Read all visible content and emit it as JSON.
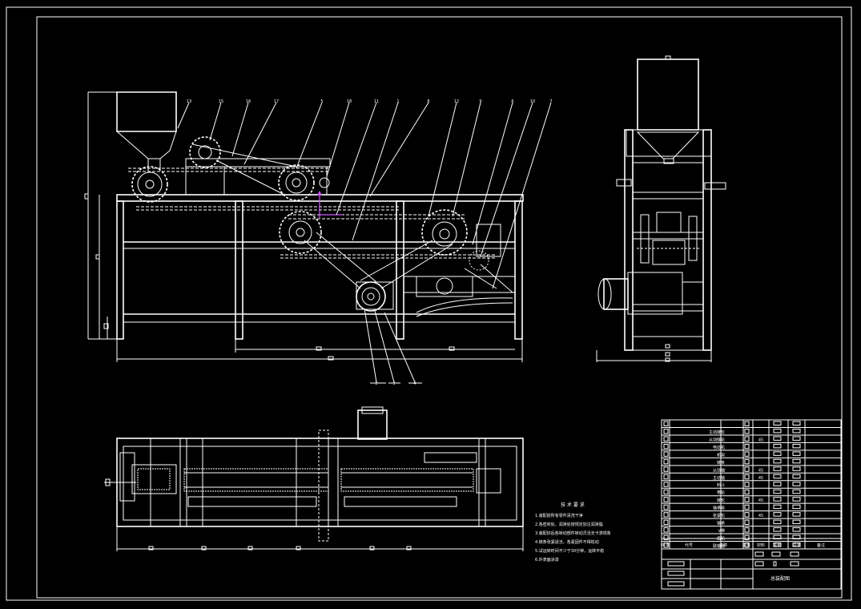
{
  "drawing": {
    "title_block_name": "总装配图",
    "tech_requirements_title": "技 术 要 求",
    "tech_requirements_lines": [
      "1.装配前所有零件清洗干净",
      "2.各密封处、润滑处按规定加注润滑脂",
      "3.装配好后各转动部件转动灵活无卡滞现象",
      "4.链条张紧适当，各紧固件不得松动",
      "5.试运转时间不少于30分钟，运转平稳",
      "6.外表面涂漆"
    ],
    "balloon_numbers_top": [
      "13",
      "15",
      "16",
      "17",
      "5",
      "18",
      "11",
      "1",
      "8",
      "12",
      "9",
      "6",
      "10",
      "7"
    ],
    "balloon_numbers_bottom": [
      "2",
      "3",
      "4"
    ]
  },
  "bom": {
    "header": [
      "序号",
      "代号",
      "名称",
      "数量",
      "材料",
      "单重",
      "总重",
      "备注"
    ],
    "rows": [
      {
        "name": "",
        "mat": ""
      },
      {
        "name": "主动链轮",
        "mat": ""
      },
      {
        "name": "从动链轮",
        "mat": "45"
      },
      {
        "name": "电动机",
        "mat": ""
      },
      {
        "name": "机架",
        "mat": ""
      },
      {
        "name": "链条",
        "mat": ""
      },
      {
        "name": "从动轴",
        "mat": "45"
      },
      {
        "name": "主动轴",
        "mat": "45"
      },
      {
        "name": "料斗",
        "mat": ""
      },
      {
        "name": "带轮",
        "mat": ""
      },
      {
        "name": "链轮",
        "mat": "45"
      },
      {
        "name": "轴承座",
        "mat": ""
      },
      {
        "name": "张紧轮",
        "mat": "45"
      },
      {
        "name": "轴承",
        "mat": ""
      },
      {
        "name": "V带",
        "mat": ""
      },
      {
        "name": "齿轮",
        "mat": ""
      },
      {
        "name": "联轴器",
        "mat": ""
      }
    ]
  }
}
